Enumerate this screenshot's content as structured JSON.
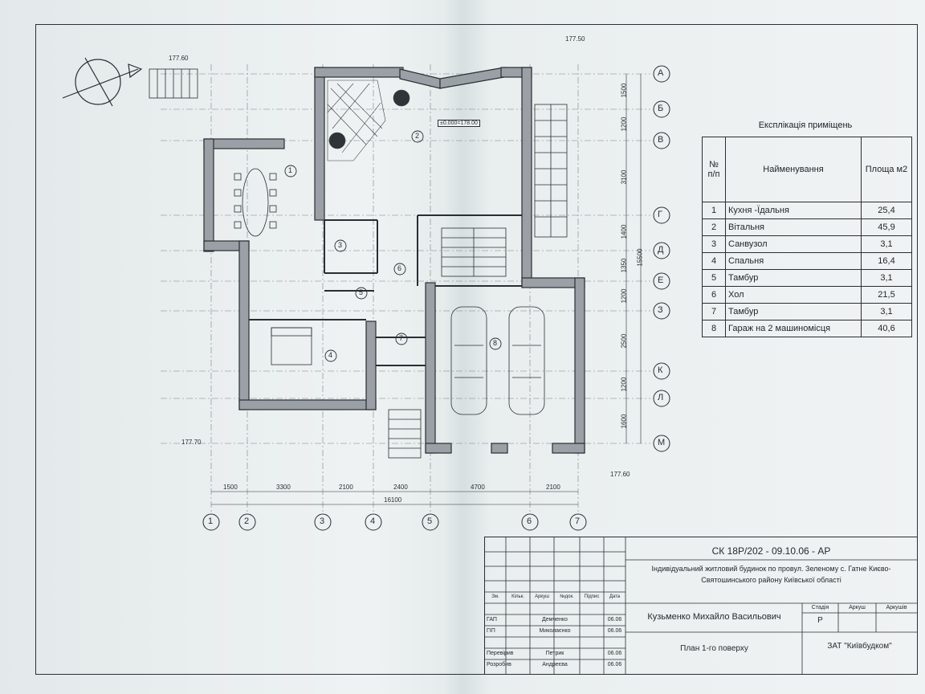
{
  "axes": {
    "rows": [
      "А",
      "Б",
      "В",
      "Г",
      "Д",
      "Е",
      "З",
      "К",
      "Л",
      "М"
    ],
    "cols": [
      "1",
      "2",
      "3",
      "4",
      "5",
      "6",
      "7"
    ]
  },
  "dimensions": {
    "bottom_spans": [
      "1500",
      "3300",
      "2100",
      "2400",
      "4700",
      "2100"
    ],
    "total_width": "16100",
    "right_spans": [
      "1500",
      "1200",
      "3100",
      "1400",
      "1350",
      "1200",
      "2500",
      "1200",
      "1600"
    ],
    "right_total": "15500",
    "elevations": [
      "177.60",
      "177.50",
      "177.70",
      "177.60"
    ],
    "floor_mark": "±0.000=178.00"
  },
  "room_labels": [
    "1",
    "2",
    "3",
    "4",
    "5",
    "6",
    "7",
    "8"
  ],
  "explication": {
    "title": "Експлікація приміщень",
    "headers": {
      "num": "№ п/п",
      "name": "Найменування",
      "area": "Площа м2"
    },
    "rows": [
      {
        "num": "1",
        "name": "Кухня -Їдальня",
        "area": "25,4"
      },
      {
        "num": "2",
        "name": "Вітальня",
        "area": "45,9"
      },
      {
        "num": "3",
        "name": "Санвузол",
        "area": "3,1"
      },
      {
        "num": "4",
        "name": "Спальня",
        "area": "16,4"
      },
      {
        "num": "5",
        "name": "Тамбур",
        "area": "3,1"
      },
      {
        "num": "6",
        "name": "Хол",
        "area": "21,5"
      },
      {
        "num": "7",
        "name": "Тамбур",
        "area": "3,1"
      },
      {
        "num": "8",
        "name": "Гараж на 2 машиномісця",
        "area": "40,6"
      }
    ]
  },
  "title_block": {
    "code": "СК 18Р/202 - 09.10.06 - АР",
    "project": "Індивідуальний житловий будинок по провул. Зеленому с. Гатне Києво-Святошинського району Київської області",
    "client": "Кузьменко Михайло Васильович",
    "sheet_title": "План 1-го поверху",
    "company": "ЗАТ \"Київбудком\"",
    "stage_label": "Стадія",
    "sheet_label": "Аркуш",
    "sheets_label": "Аркушів",
    "stage": "Р",
    "rev_headers": [
      "Зм.",
      "Кільк.",
      "Аркуш",
      "№док.",
      "Підпис",
      "Дата"
    ],
    "signatures": [
      {
        "role": "ГАП",
        "name": "Демченко",
        "date": "06.06"
      },
      {
        "role": "ГІП",
        "name": "Миколаєнко",
        "date": "06.06"
      },
      {
        "role": "Перевірив",
        "name": "Петрик",
        "date": "06.06"
      },
      {
        "role": "Розробив",
        "name": "Андреєва",
        "date": "06.06"
      }
    ]
  }
}
